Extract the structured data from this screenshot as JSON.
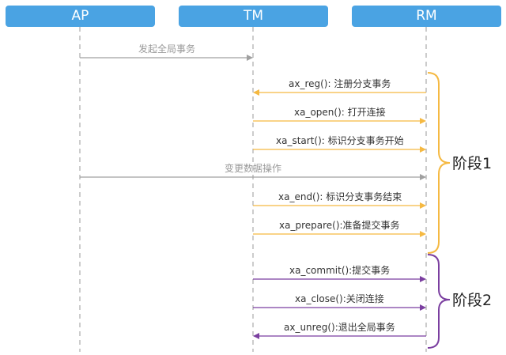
{
  "colors": {
    "lane_fill": "#4aa3e3",
    "lifeline": "#999999",
    "ap_message": "#a0a0a0",
    "phase1": "#f5b942",
    "phase2": "#7b3fa0"
  },
  "lanes": {
    "ap": "AP",
    "tm": "TM",
    "rm": "RM"
  },
  "messages": [
    {
      "label": "发起全局事务",
      "from": "AP",
      "to": "TM",
      "phase": 0
    },
    {
      "label": "ax_reg(): 注册分支事务",
      "from": "RM",
      "to": "TM",
      "phase": 1
    },
    {
      "label": "xa_open(): 打开连接",
      "from": "TM",
      "to": "RM",
      "phase": 1
    },
    {
      "label": "xa_start(): 标识分支事务开始",
      "from": "TM",
      "to": "RM",
      "phase": 1
    },
    {
      "label": "变更数据操作",
      "from": "AP",
      "to": "RM",
      "phase": 0
    },
    {
      "label": "xa_end(): 标识分支事务结束",
      "from": "TM",
      "to": "RM",
      "phase": 1
    },
    {
      "label": "xa_prepare():准备提交事务",
      "from": "TM",
      "to": "RM",
      "phase": 1
    },
    {
      "label": "xa_commit():提交事务",
      "from": "TM",
      "to": "RM",
      "phase": 2
    },
    {
      "label": "xa_close():关闭连接",
      "from": "TM",
      "to": "RM",
      "phase": 2
    },
    {
      "label": "ax_unreg():退出全局事务",
      "from": "RM",
      "to": "TM",
      "phase": 2
    }
  ],
  "phases": {
    "phase1": "阶段1",
    "phase2": "阶段2"
  }
}
